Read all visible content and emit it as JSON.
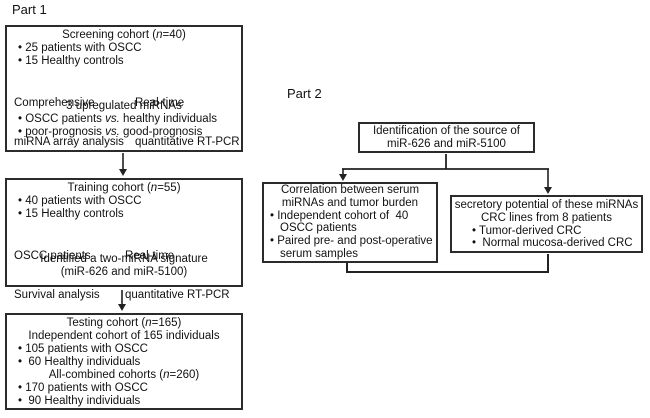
{
  "part1_label": "Part 1",
  "part2_label": "Part 2",
  "screening": {
    "title": [
      "Screening cohort (",
      "n",
      "=40)"
    ],
    "bullet1": "• 25 patients with OSCC",
    "bullet2": "• 15 Healthy controls",
    "method_left": [
      "Comprehensive",
      "miRNA array analysis"
    ],
    "method_right": [
      "Real-time",
      "quantitative RT-PCR"
    ],
    "result": "3 upregulated miRNAs",
    "result_bullet1": [
      "• OSCC patients ",
      "vs.",
      " healthy individuals"
    ],
    "result_bullet2": [
      "• poor-prognosis ",
      "vs.",
      " good-prognosis"
    ]
  },
  "training": {
    "title": [
      "Training cohort (",
      "n",
      "=55)"
    ],
    "bullet1": "• 40 patients with OSCC",
    "bullet2": "• 15 Healthy controls",
    "method_left": [
      "OSCC patients",
      "Survival analysis"
    ],
    "method_right": [
      "Real-time",
      "quantitative RT-PCR"
    ],
    "result1": "Identified a two-miRNA signature",
    "result2": "(miR-626 and miR-5100)"
  },
  "testing": {
    "title": [
      "Testing cohort (",
      "n",
      "=165)"
    ],
    "subtitle": "Independent cohort of 165 individuals",
    "bullet1": "• 105 patients with OSCC",
    "bullet2": "•  60 Healthy individuals",
    "combined": [
      "All-combined cohorts (",
      "n",
      "=260)"
    ],
    "bullet3": "• 170 patients with OSCC",
    "bullet4": "•  90 Healthy individuals"
  },
  "identification": {
    "line1": "Identification of the source of",
    "line2": "miR-626 and miR-5100"
  },
  "correlation": {
    "line1": "Correlation between serum",
    "line2": "miRNAs and tumor burden",
    "bullet1": "• Independent cohort of  40",
    "bullet1_cont": "OSCC patients",
    "bullet2": "• Paired pre- and post-operative",
    "bullet2_cont": "serum samples"
  },
  "secretory": {
    "line1": "secretory potential of these miRNAs",
    "line2": "CRC lines from 8 patients",
    "bullet1": "• Tumor-derived CRC",
    "bullet2": "•  Normal mucosa-derived CRC"
  },
  "colors": {
    "line": "#222222",
    "border": "#2b2b2b",
    "text": "#111111"
  }
}
